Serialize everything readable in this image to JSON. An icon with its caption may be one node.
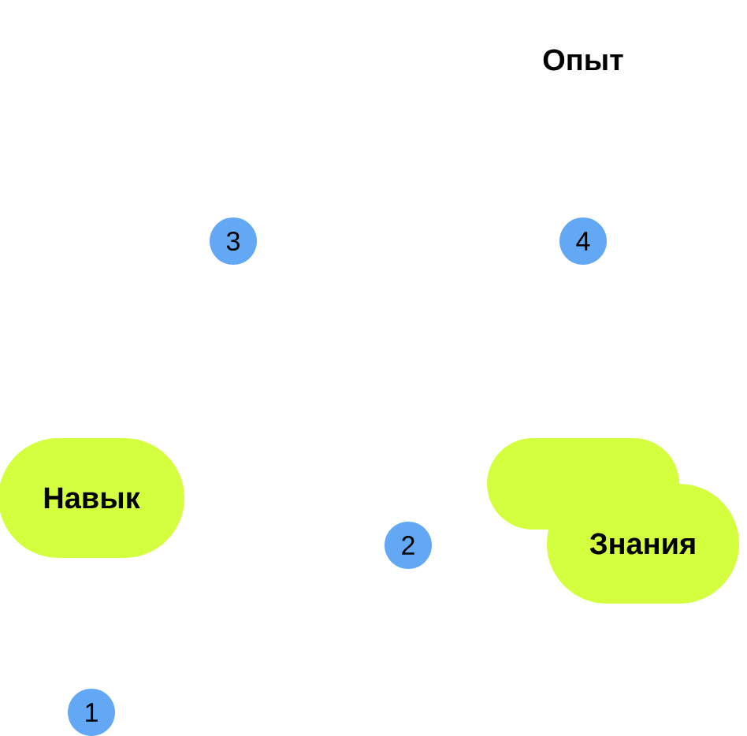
{
  "diagram": {
    "nodes": [
      {
        "text": [
          "3"
        ]
      },
      {
        "text": [
          "4"
        ]
      },
      {
        "text": [
          "Навык"
        ]
      },
      {
        "text": [],
        "shape": "box"
      },
      {
        "text": [
          "2"
        ]
      },
      {
        "text": [
          "Знания"
        ]
      },
      {
        "text": [
          "1"
        ]
      }
    ],
    "labels": [
      "Опыт"
    ]
  }
}
